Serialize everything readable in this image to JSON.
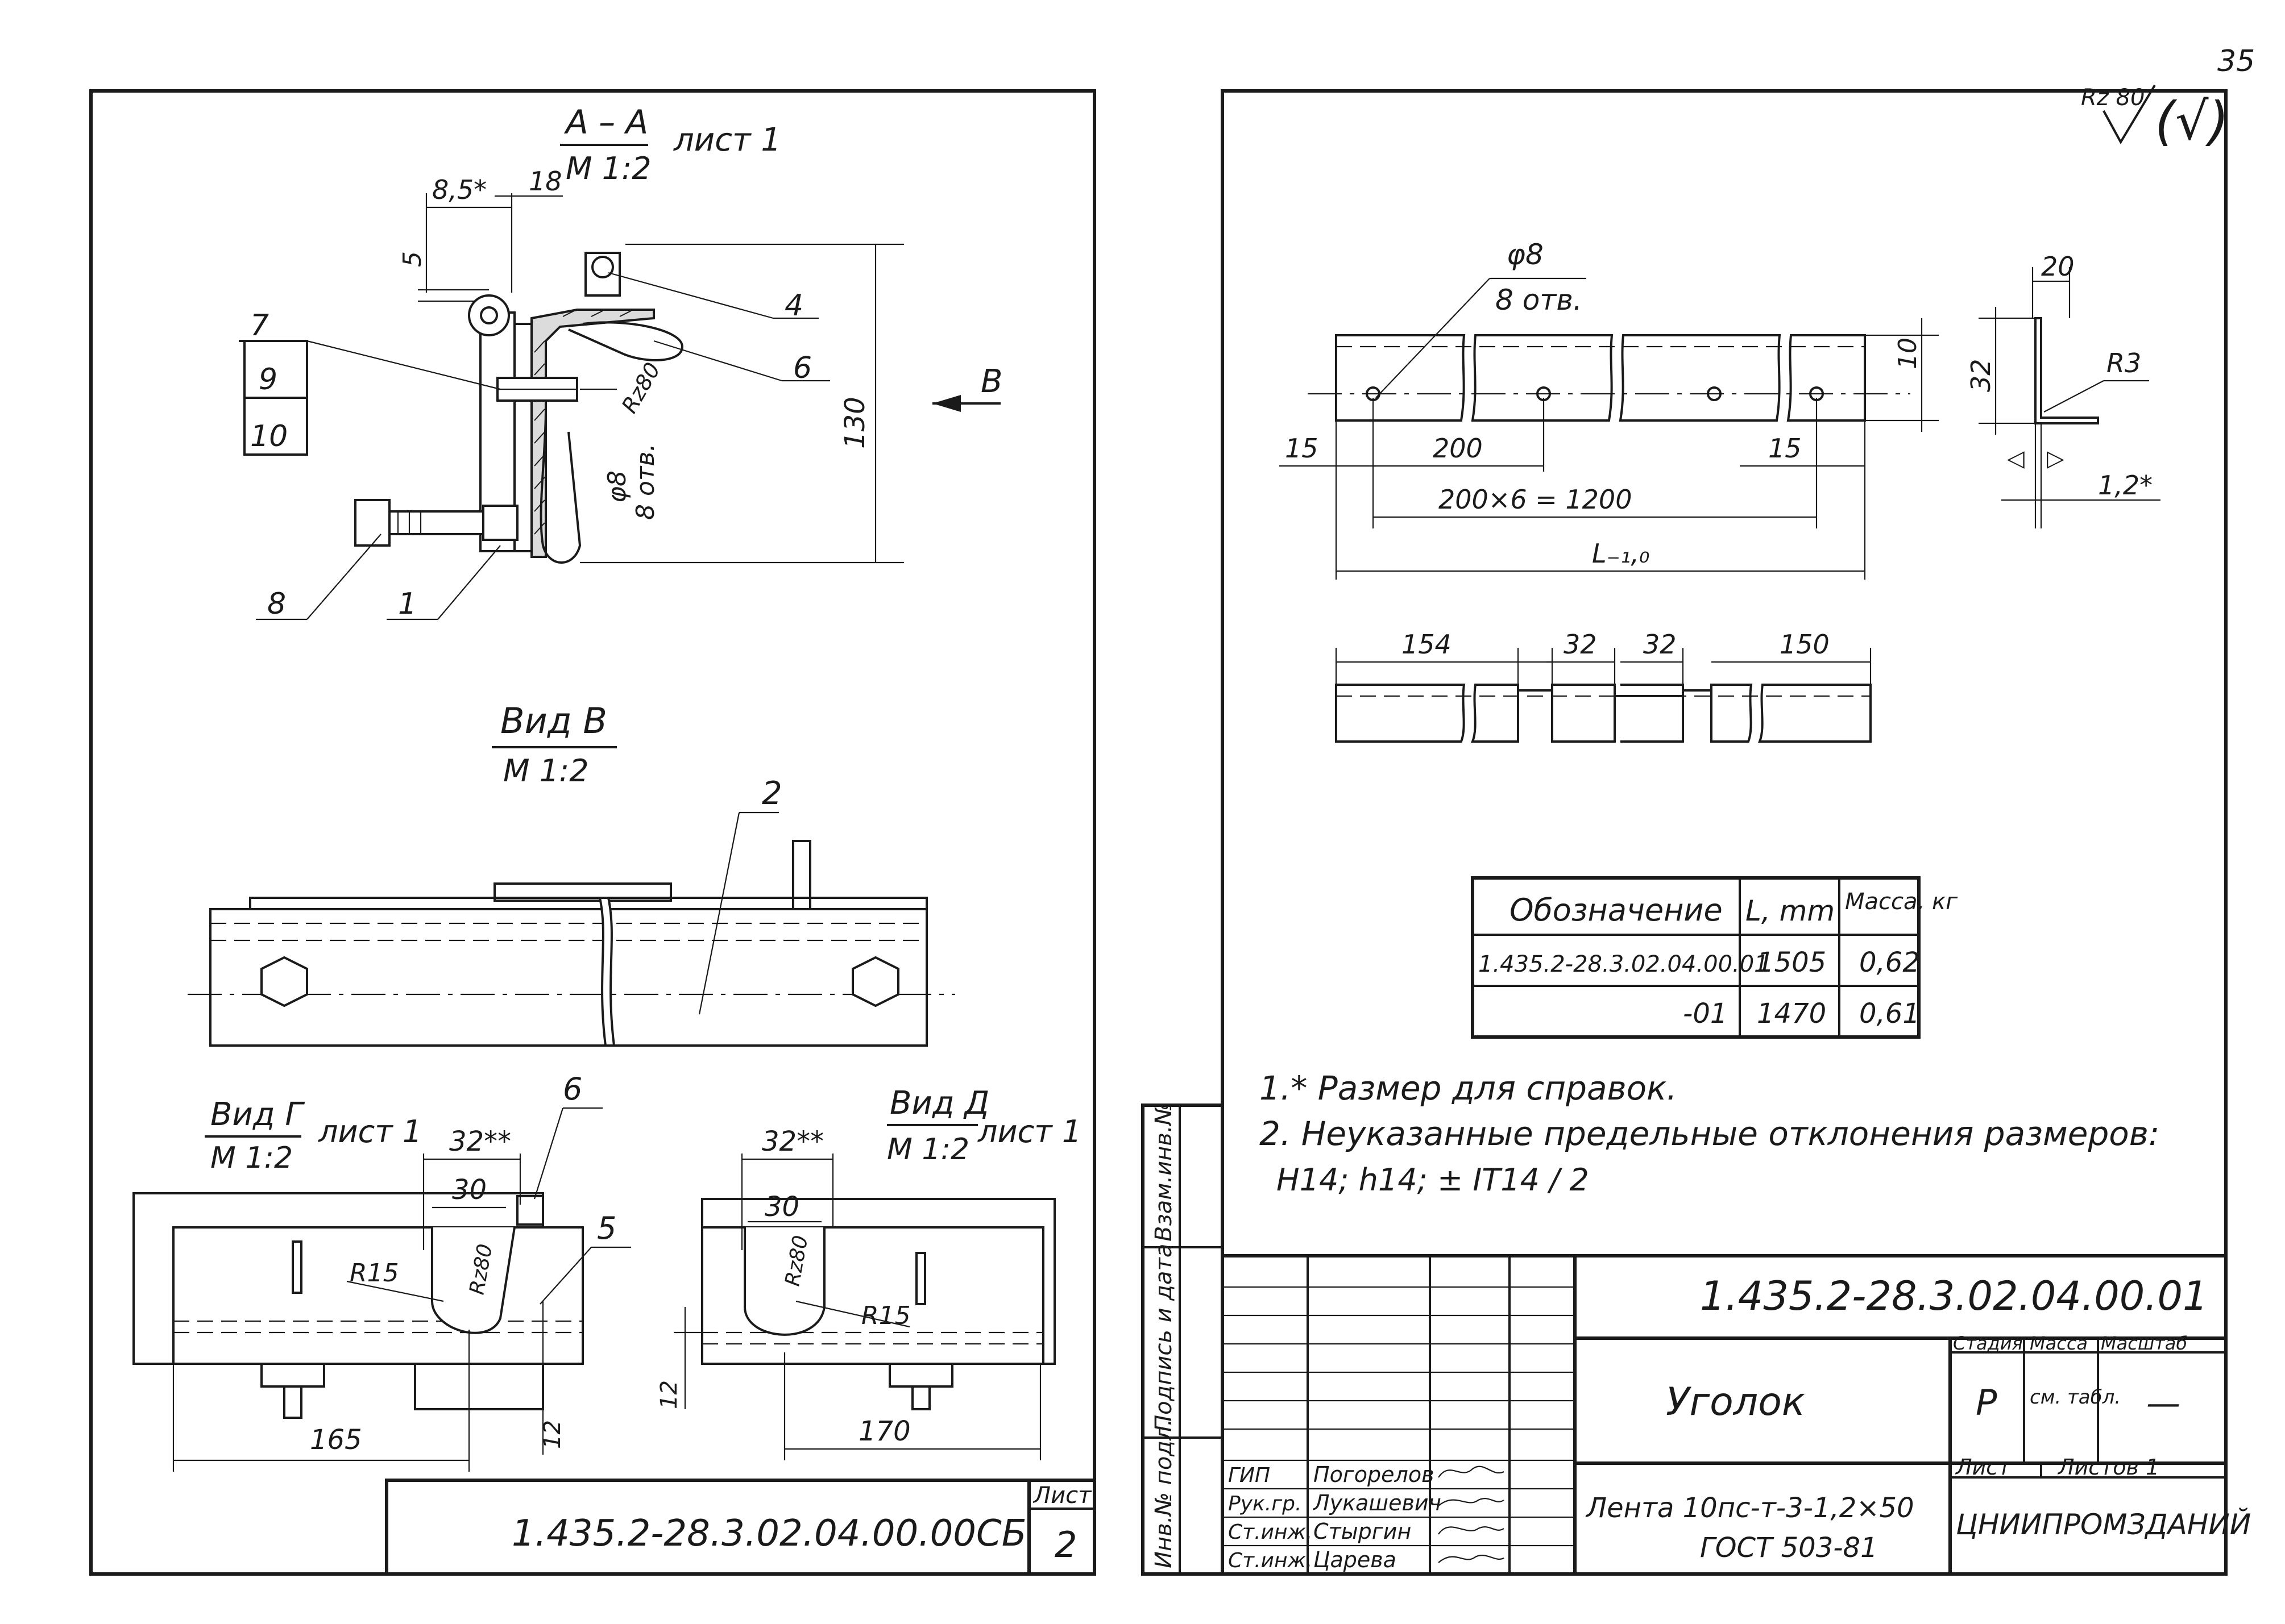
{
  "page_number": "35",
  "roughness_mark": "Rz 80",
  "roughness_tail": "(√)",
  "left_sheet": {
    "section_aa": {
      "title": "А – А",
      "scale": "М 1:2",
      "sheet_ref": "лист 1"
    },
    "dims_aa": {
      "d85": "8,5*",
      "d18": "18",
      "d5": "5",
      "d130": "130",
      "hole": "φ8",
      "holes": "8 отв.",
      "rz": "Rz80"
    },
    "callouts_aa": [
      "7",
      "9",
      "10",
      "4",
      "6",
      "8",
      "1"
    ],
    "arrow_b": "В",
    "view_b": {
      "title": "Вид В",
      "scale": "М 1:2",
      "callout": "2"
    },
    "view_g": {
      "title": "Вид Г",
      "scale": "М 1:2",
      "sheet_ref": "лист 1",
      "d32": "32**",
      "d30": "30",
      "rz": "Rz80",
      "r15": "R15",
      "d165": "165",
      "d12": "12",
      "c6": "6",
      "c5": "5"
    },
    "view_d": {
      "title": "Вид Д",
      "scale": "М 1:2",
      "sheet_ref": "лист 1",
      "d32": "32**",
      "d30": "30",
      "rz": "Rz80",
      "r15": "R15",
      "d170": "170",
      "d12": "12"
    },
    "stamp": {
      "code": "1.435.2-28.3.02.04.00.00СБ",
      "sheet_label": "Лист",
      "sheet_no": "2"
    }
  },
  "right_sheet": {
    "top_view": {
      "hole": "φ8",
      "holes": "8 отв.",
      "d10": "10",
      "d15a": "15",
      "d200": "200",
      "d15b": "15",
      "d1200": "200×6 = 1200",
      "dl": "L₋₁,₀"
    },
    "profile": {
      "d20": "20",
      "d32": "32",
      "r3": "R3",
      "t": "1,2*"
    },
    "bottom_view": {
      "d154": "154",
      "d32a": "32",
      "d32b": "32",
      "d150": "150"
    },
    "table": {
      "headers": [
        "Обозначение",
        "L, mm",
        "Масса, кг"
      ],
      "rows": [
        [
          "1.435.2-28.3.02.04.00.01",
          "1505",
          "0,62"
        ],
        [
          "-01",
          "1470",
          "0,61"
        ]
      ]
    },
    "notes": [
      "1.* Размер для справок.",
      "2. Неуказанные предельные отклонения размеров:",
      "H14;  h14;  ± IT14 / 2"
    ],
    "side_labels": [
      "Инв.№ подл.",
      "Подпись и дата",
      "Взам.инв.№"
    ],
    "title_block": {
      "code": "1.435.2-28.3.02.04.00.01",
      "name": "Уголок",
      "stage_label": "Стадия",
      "mass_label": "Масса",
      "scale_label": "Масштаб",
      "stage": "Р",
      "mass": "см. табл.",
      "scale": "—",
      "sheet_label": "Лист",
      "sheets_label": "Листов 1",
      "material_1": "Лента 10пс-т-3-1,2×50",
      "material_2": "ГОСТ 503-81",
      "org": "ЦНИИПРОМЗДАНИЙ",
      "signers": [
        {
          "role": "ГИП",
          "name": "Погорелов"
        },
        {
          "role": "Рук.гр.",
          "name": "Лукашевич"
        },
        {
          "role": "Ст.инж.",
          "name": "Стыргин"
        },
        {
          "role": "Ст.инж.",
          "name": "Царева"
        }
      ]
    }
  }
}
